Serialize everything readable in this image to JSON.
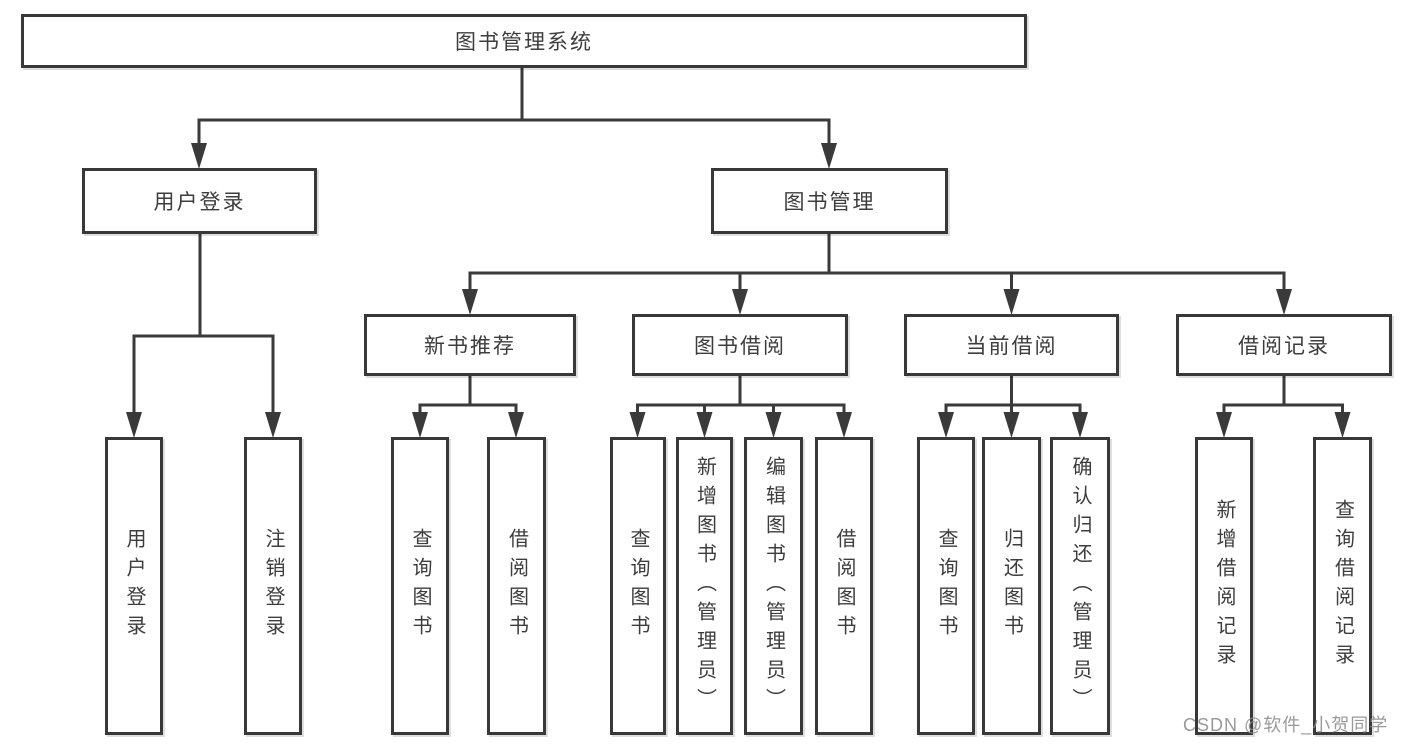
{
  "tree": {
    "root": {
      "label": "图书管理系统"
    },
    "branches": [
      {
        "label": "用户登录",
        "children": [
          {
            "label": "用户登录"
          },
          {
            "label": "注销登录"
          }
        ]
      },
      {
        "label": "图书管理",
        "children": [
          {
            "label": "新书推荐",
            "children": [
              {
                "label": "查询图书"
              },
              {
                "label": "借阅图书"
              }
            ]
          },
          {
            "label": "图书借阅",
            "children": [
              {
                "label": "查询图书"
              },
              {
                "label": "新增图书（管理员）"
              },
              {
                "label": "编辑图书（管理员）"
              },
              {
                "label": "借阅图书"
              }
            ]
          },
          {
            "label": "当前借阅",
            "children": [
              {
                "label": "查询图书"
              },
              {
                "label": "归还图书"
              },
              {
                "label": "确认归还（管理员）"
              }
            ]
          },
          {
            "label": "借阅记录",
            "children": [
              {
                "label": "新增借阅记录"
              },
              {
                "label": "查询借阅记录"
              }
            ]
          }
        ]
      }
    ]
  },
  "watermark": "CSDN @软件_小贺同学",
  "colors": {
    "line": "#3a3a3a",
    "box_border": "#383838",
    "text": "#3d3d3d",
    "watermark": "#a6a6a6",
    "background": "#ffffff"
  }
}
